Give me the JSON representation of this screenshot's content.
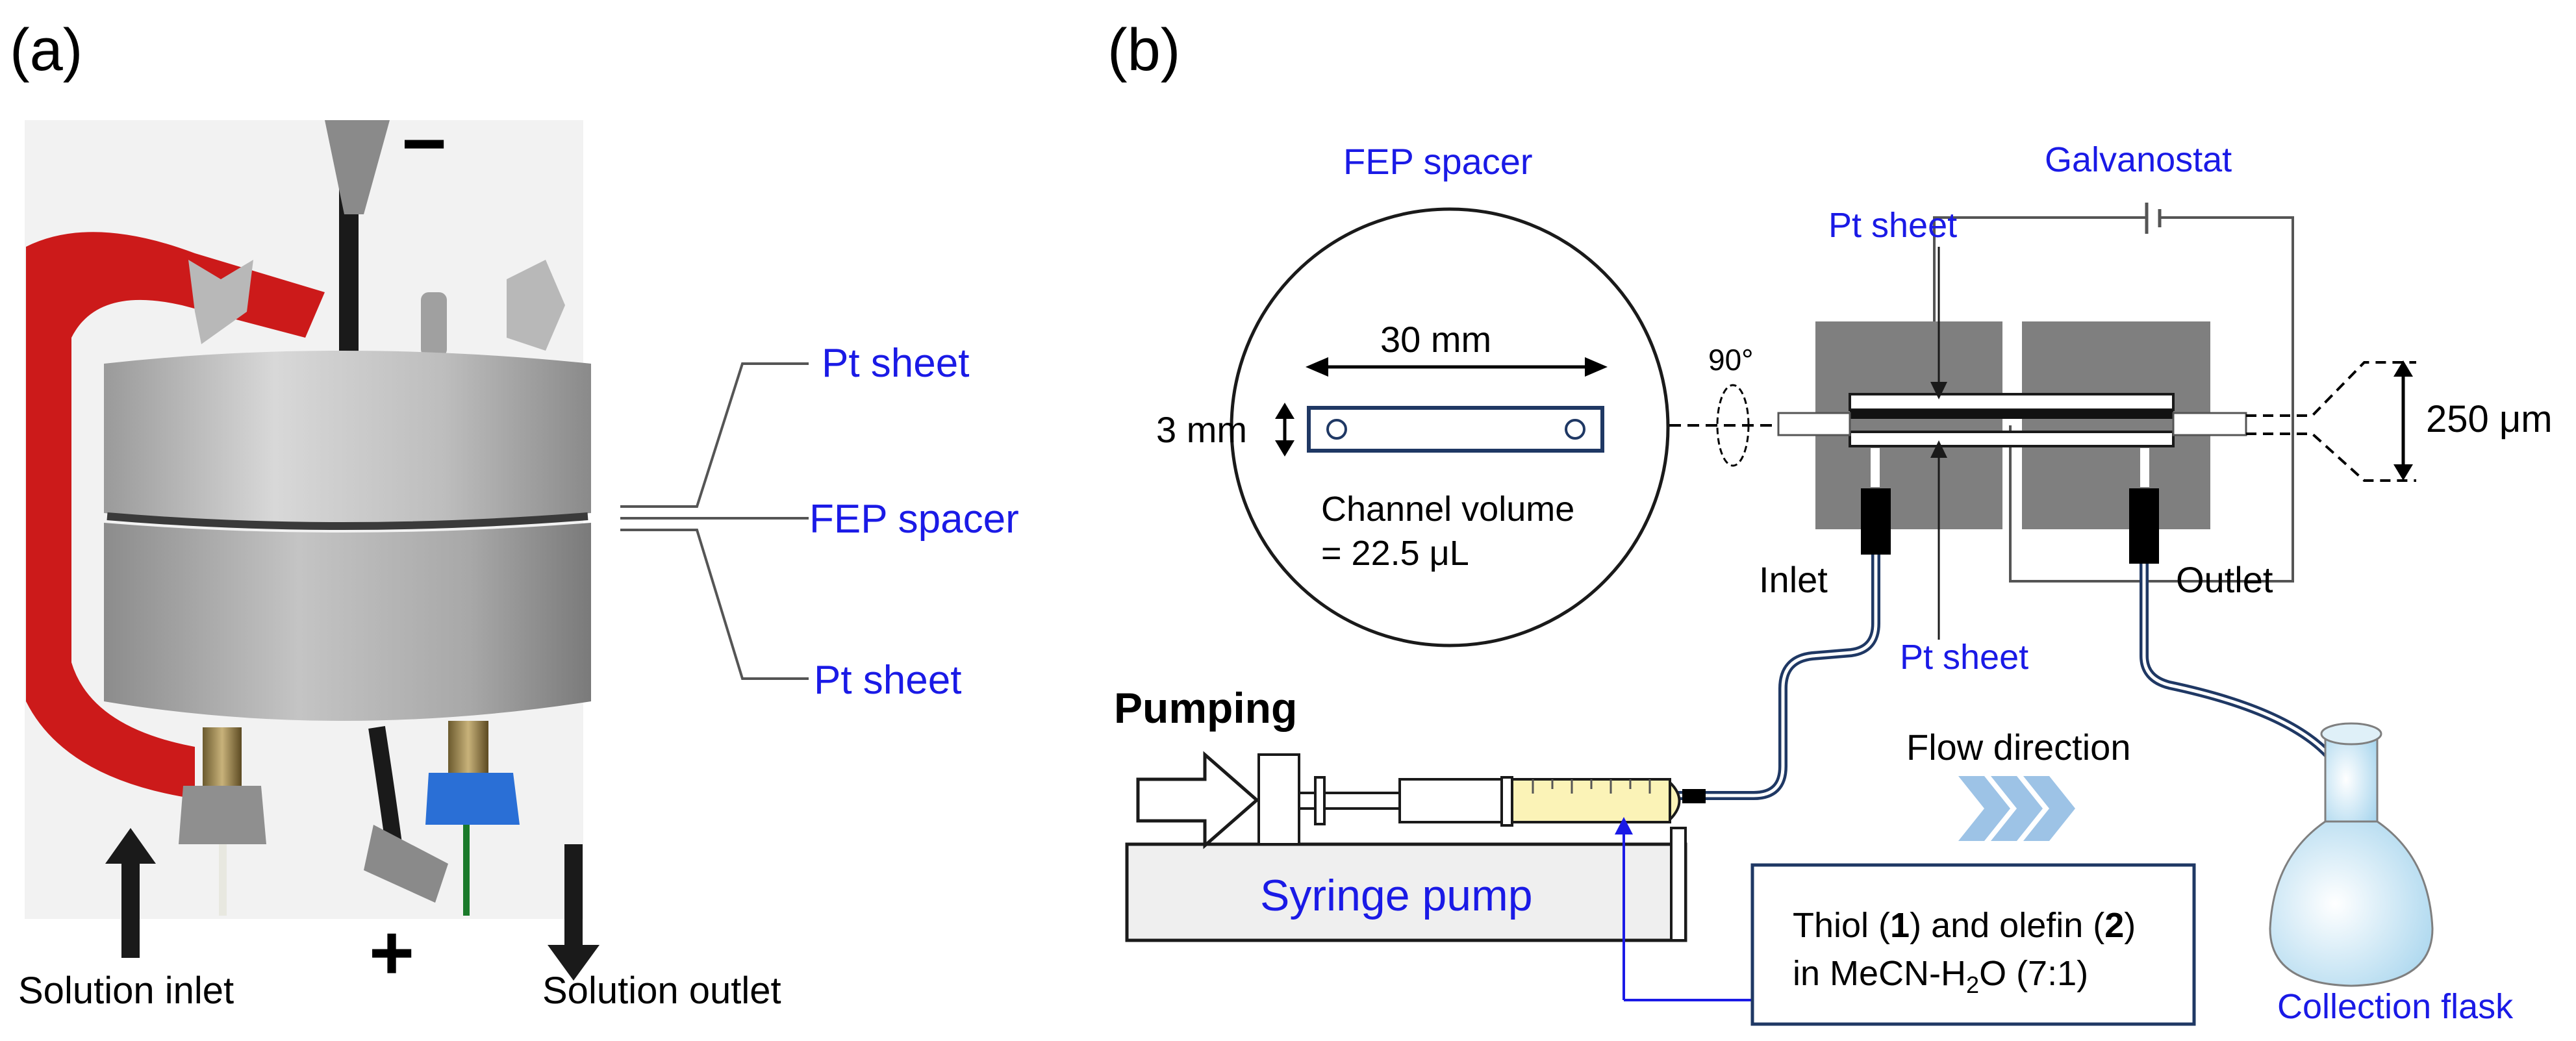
{
  "panel_a": {
    "panel_label": "(a)",
    "minus_sign": "−",
    "plus_sign": "+",
    "label_top_pt": "Pt sheet",
    "label_spacer": "FEP spacer",
    "label_bottom_pt": "Pt sheet",
    "label_inlet": "Solution inlet",
    "label_outlet": "Solution outlet"
  },
  "panel_b": {
    "panel_label": "(b)",
    "spacer_title": "FEP spacer",
    "dim_length": "30 mm",
    "dim_width": "3 mm",
    "volume_line1": "Channel volume",
    "volume_line2": "= 22.5 μL",
    "rotation": "90°",
    "galvanostat": "Galvanostat",
    "pt_top": "Pt sheet",
    "pt_bottom": "Pt sheet",
    "gap": "250 μm",
    "inlet": "Inlet",
    "outlet": "Outlet",
    "pumping": "Pumping",
    "syringe_pump": "Syringe pump",
    "flow_direction": "Flow direction",
    "solution_box": {
      "prefix": "Thiol (",
      "n1": "1",
      "mid": ") and olefin (",
      "n2": "2",
      "suffix": ")",
      "line2_a": "in MeCN-H",
      "line2_sub": "2",
      "line2_b": "O (7:1)"
    },
    "collection_flask": "Collection flask"
  },
  "colors": {
    "label_blue": "#1a1ae6",
    "electrode_gray": "#7f7f7f",
    "tube_navy": "#1f3864",
    "syringe_fill": "#fbf3b7",
    "flow_arrow": "#9dc3e6",
    "clamp_red": "#d0181c",
    "metal": "#b4b4b4"
  }
}
